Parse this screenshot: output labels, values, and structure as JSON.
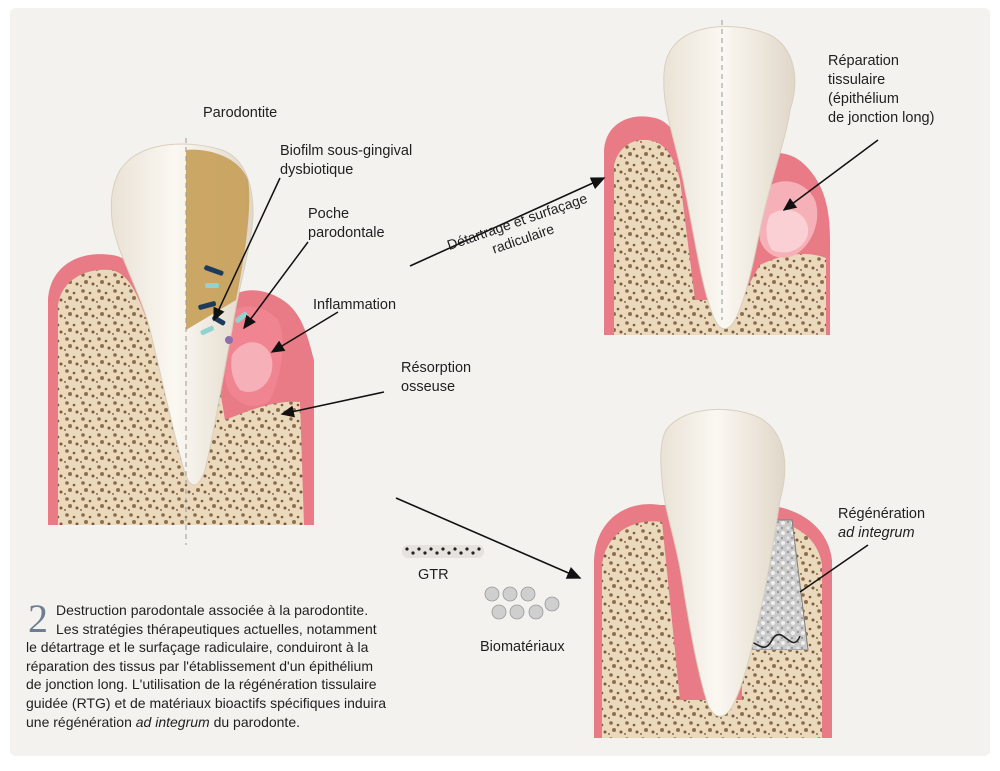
{
  "labels": {
    "parodontite": "Parodontite",
    "biofilm": [
      "Biofilm sous-gingival",
      "dysbiotique"
    ],
    "poche": [
      "Poche",
      "parodontale"
    ],
    "inflammation": "Inflammation",
    "resorption": [
      "Résorption",
      "osseuse"
    ],
    "detartrage": [
      "Détartrage et surfaçage",
      "radiculaire"
    ],
    "reparation": [
      "Réparation",
      "tissulaire",
      "(épithélium",
      "de jonction long)"
    ],
    "regeneration": "Régénération",
    "regeneration_italic": "ad integrum",
    "gtr": "GTR",
    "biomateriaux": "Biomatériaux"
  },
  "caption": {
    "number": "2",
    "lines": [
      "Destruction parodontale associée à la parodontite.",
      "Les stratégies thérapeutiques actuelles, notamment",
      "le détartrage et le surfaçage radiculaire, conduiront à la",
      "réparation des tissus par l'établissement d'un épithélium",
      "de jonction long. L'utilisation de la régénération tissulaire",
      "guidée (RTG) et de matériaux bioactifs spécifiques induira"
    ],
    "last_prefix": "une régénération ",
    "last_italic": "ad integrum",
    "last_suffix": " du parodonte."
  },
  "colors": {
    "background_panel": "#f4f2ef",
    "gum": "#e87b86",
    "gum_light": "#f5b3b8",
    "bone": "#e7d9c0",
    "tooth": "#f7f2e9",
    "calculus": "#c49d56",
    "biomaterial": "#b8b8b8"
  }
}
